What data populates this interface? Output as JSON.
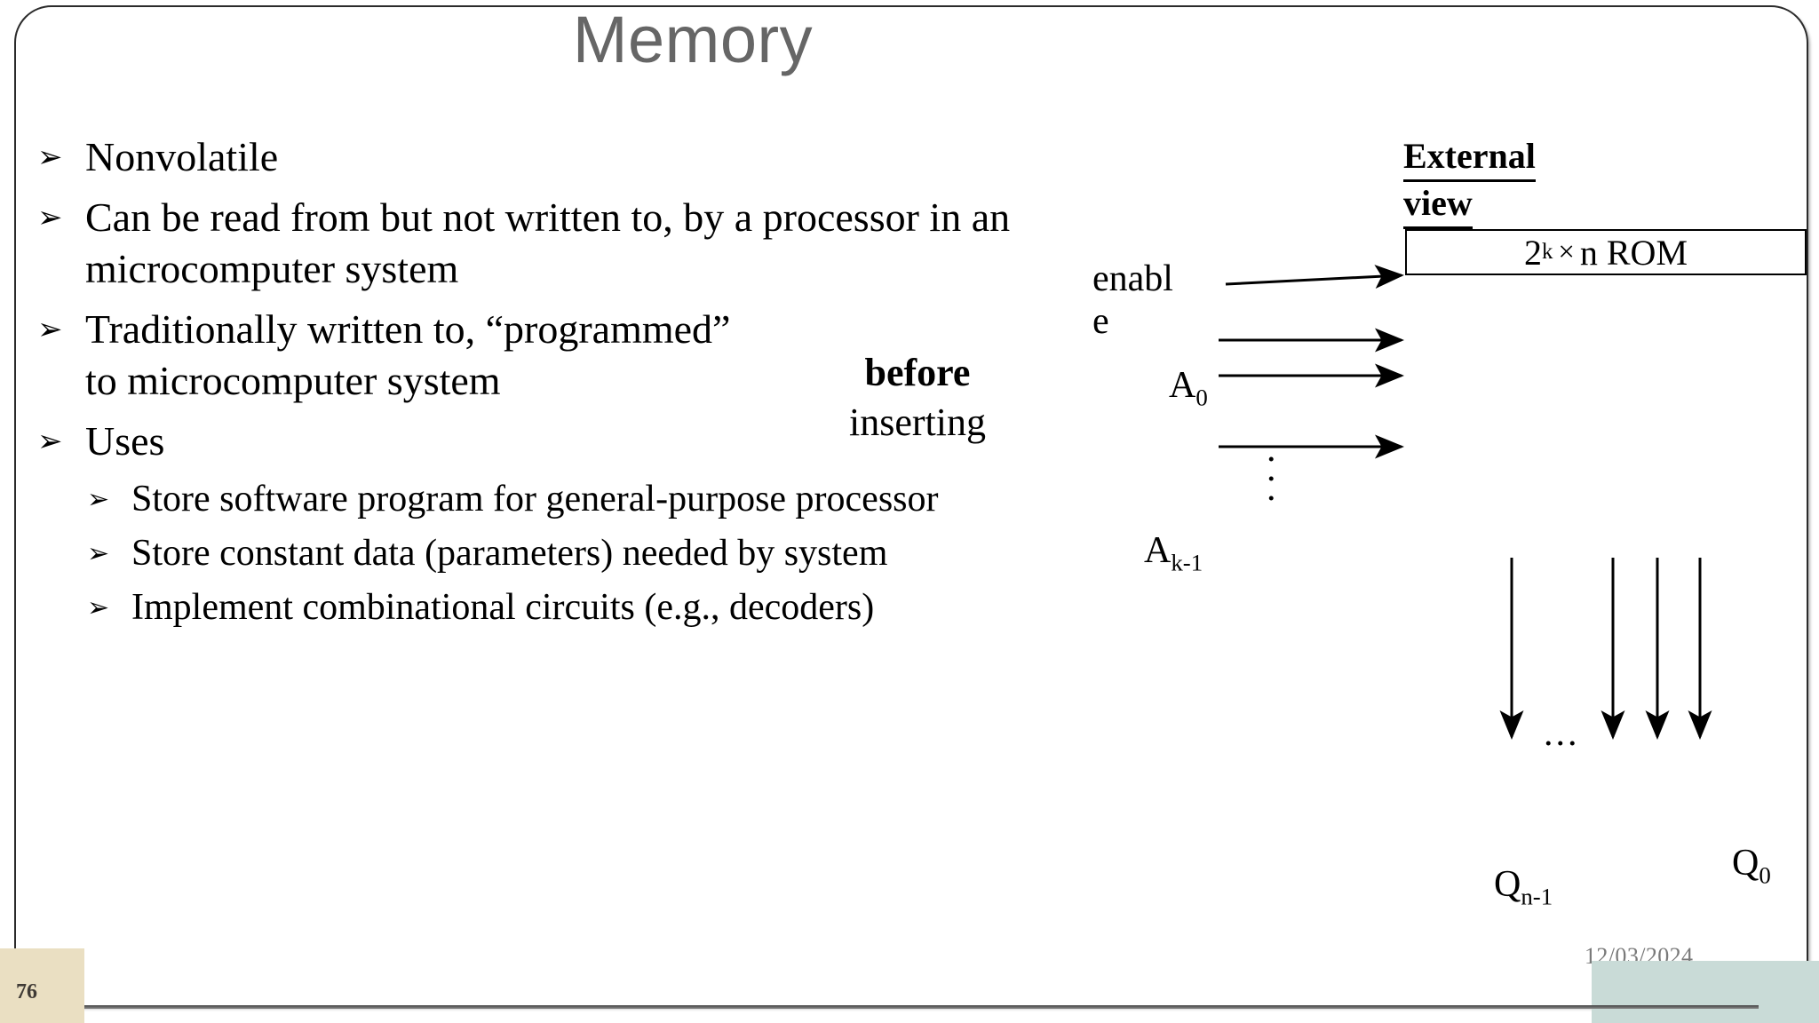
{
  "slide": {
    "title": "Memory",
    "page_number": "76",
    "date": "12/03/2024",
    "accent_badge_color": "#eadfc2",
    "accent_block_color": "#c9dbd7",
    "title_color": "#666666",
    "bullet_marker": "➢"
  },
  "bullets": [
    {
      "level": 1,
      "text": "Nonvolatile"
    },
    {
      "level": 1,
      "text": "Can be read from but not written to, by a processor in an  microcomputer system"
    },
    {
      "level": 1,
      "text": "Traditionally written to, “programmed”"
    },
    {
      "level": 1,
      "text": "to microcomputer system"
    },
    {
      "level": 1,
      "text": "Uses"
    },
    {
      "level": 2,
      "text": "Store software program for general-purpose processor"
    },
    {
      "level": 2,
      "text": "Store constant data (parameters) needed by system"
    },
    {
      "level": 2,
      "text": "Implement combinational circuits (e.g., decoders)"
    }
  ],
  "overlap_textbox": {
    "line1_bold": "before",
    "line2": "inserting"
  },
  "diagram": {
    "heading_line1": "External",
    "heading_line2": "view",
    "rom_prefix": "2",
    "rom_exponent": "k",
    "rom_times": "×",
    "rom_suffix": "n ROM",
    "enable_label_line1": "enabl",
    "enable_label_line2": "e",
    "addr_top_label": "A",
    "addr_top_sub": "0",
    "addr_bottom_label": "A",
    "addr_bottom_sub": "k-1",
    "out_left_label": "Q",
    "out_left_sub": "n-1",
    "out_right_label": "Q",
    "out_right_sub": "0",
    "vertical_ellipsis": "⋮",
    "horizontal_ellipsis": "...",
    "address_line_count": 3,
    "output_line_count": 4
  }
}
